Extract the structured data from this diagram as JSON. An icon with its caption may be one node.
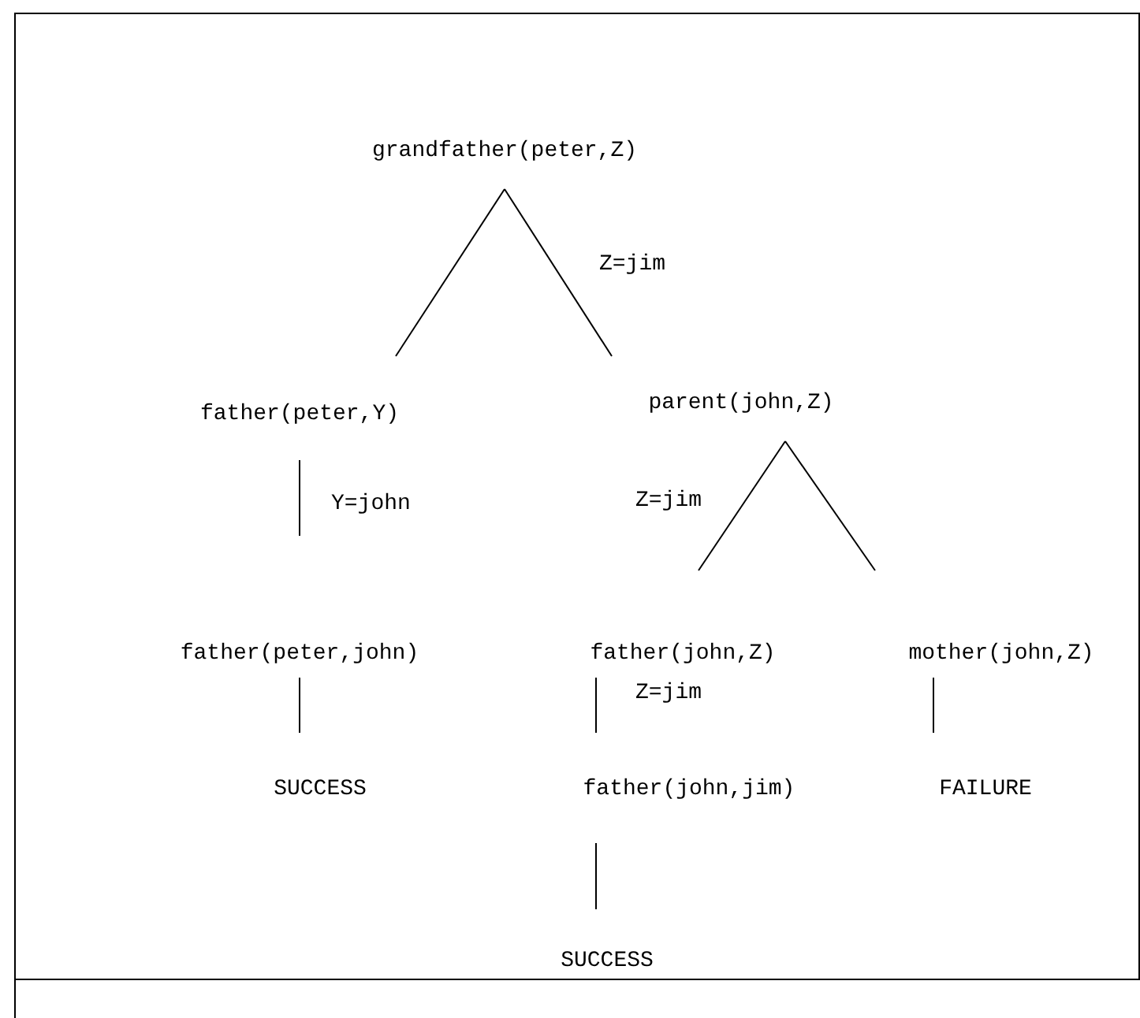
{
  "diagram": {
    "nodes": [
      {
        "text": [
          "grandfather(peter,Z)"
        ]
      },
      {
        "text": [
          "father(peter,Y)"
        ]
      },
      {
        "text": [
          "parent(john,Z)"
        ]
      },
      {
        "text": [
          "father(peter,john)"
        ]
      },
      {
        "text": [
          "father(john,Z)"
        ]
      },
      {
        "text": [
          "mother(john,Z)"
        ]
      },
      {
        "text": [
          "SUCCESS"
        ]
      },
      {
        "text": [
          "father(john,jim)"
        ]
      },
      {
        "text": [
          "FAILURE"
        ]
      },
      {
        "text": [
          "SUCCESS"
        ]
      }
    ],
    "edges": [
      {
        "from": 0,
        "to": 1,
        "arrow": "none"
      },
      {
        "from": 0,
        "to": 2,
        "arrow": "none",
        "label": "Z=jim"
      },
      {
        "from": 1,
        "to": 3,
        "arrow": "none",
        "label": "Y=john"
      },
      {
        "from": 2,
        "to": 4,
        "arrow": "none",
        "label": "Z=jim"
      },
      {
        "from": 2,
        "to": 5,
        "arrow": "none"
      },
      {
        "from": 3,
        "to": 6,
        "arrow": "none"
      },
      {
        "from": 4,
        "to": 7,
        "arrow": "none",
        "label": "Z=jim"
      },
      {
        "from": 5,
        "to": 8,
        "arrow": "none"
      },
      {
        "from": 7,
        "to": 9,
        "arrow": "none"
      }
    ]
  }
}
